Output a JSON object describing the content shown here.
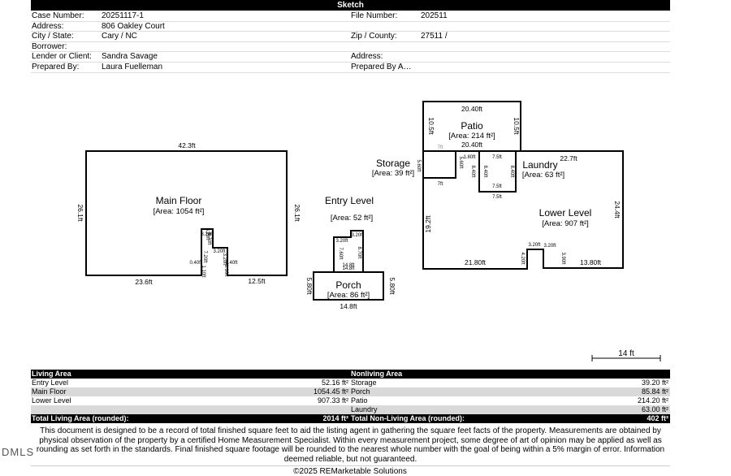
{
  "header": {
    "title": "Sketch"
  },
  "info": {
    "case_label": "Case Number:",
    "case_value": "20251117-1",
    "file_label": "File Number:",
    "file_value": "202511",
    "address_label": "Address:",
    "address_value": "806 Oakley Court",
    "city_label": "City / State:",
    "city_value": "Cary / NC",
    "zip_label": "Zip / County:",
    "zip_value": "27511 /",
    "borrower_label": "Borrower:",
    "lender_label": "Lender or Client:",
    "lender_value": "Sandra Savage",
    "address2_label": "Address:",
    "prepared_label": "Prepared By:",
    "prepared_value": "Laura Fuelleman",
    "prepared2_label": "Prepared By A…"
  },
  "sketch": {
    "main_floor": {
      "name": "Main Floor",
      "area": "[Area: 1054 ft²]",
      "top": "42.3ft",
      "left": "26.1ft",
      "right": "26.1ft",
      "bottom_left": "23.6ft",
      "bottom_right": "12.5ft",
      "n1": "3.20ft",
      "n2": "8.70ft",
      "n3": "3.20ft",
      "n4": "7.20ft",
      "n5": "3.20ft",
      "n6": "3.20ft",
      "n7": "1.10ft",
      "n8": "1.10ft",
      "n9": "0.40ft",
      "n10": "0.40ft"
    },
    "entry_level": {
      "name": "Entry Level",
      "area": "[Area: 52 ft²]",
      "n1": "3.20ft",
      "n2": "3.20ft",
      "n3": "8.70ft",
      "n4": "7.60ft",
      "n5": "14.8ft",
      "n6": "14.8ft"
    },
    "porch": {
      "name": "Porch",
      "area": "[Area: 86 ft²]",
      "bottom": "14.8ft",
      "left": "5.80ft",
      "right": "5.80ft"
    },
    "patio": {
      "name": "Patio",
      "area": "[Area: 214 ft²]",
      "top": "20.40ft",
      "bottom": "20.40ft",
      "left": "10.5ft",
      "right": "10.5ft"
    },
    "storage": {
      "name": "Storage",
      "area": "[Area: 39 ft²]",
      "left": "5.60ft",
      "bottom": "7ft",
      "top": "7ft"
    },
    "laundry": {
      "name": "Laundry",
      "area": "[Area: 63 ft²]",
      "top": "7.5ft",
      "bottom": "7.5ft",
      "bottom2": "7.5ft",
      "left": "8.40ft",
      "right": "8.40ft",
      "inner": "8.40ft",
      "n1": "5.60ft",
      "n2": "1.80ft"
    },
    "lower_level": {
      "name": "Lower Level",
      "area": "[Area: 907 ft²]",
      "top": "22.7ft",
      "left": "19.2ft",
      "right": "24.4ft",
      "bottom_left": "21.80ft",
      "bottom_right": "13.80ft",
      "n1": "4.20ft",
      "n2": "3.20ft",
      "n3": "3.20ft",
      "n4": "3.90ft"
    },
    "scale": "14 ft"
  },
  "table": {
    "living_header": "Living Area",
    "nonliving_header": "Nonliving Area",
    "rows": [
      {
        "l": "Entry Level",
        "lv": "52.16 ft²",
        "n": "Storage",
        "nv": "39.20 ft²"
      },
      {
        "l": "Main Floor",
        "lv": "1054.45 ft²",
        "n": "Porch",
        "nv": "85.84 ft²"
      },
      {
        "l": "Lower Level",
        "lv": "907.33 ft²",
        "n": "Patio",
        "nv": "214.20 ft²"
      },
      {
        "l": "",
        "lv": "",
        "n": "Laundry",
        "nv": "63.00 ft²"
      }
    ],
    "total_living_label": "Total Living Area (rounded):",
    "total_living": "2014 ft²",
    "total_non_label": "Total Non-Living Area (rounded):",
    "total_non": "402 ft²"
  },
  "disclaimer": "This document is designed to be a record of total finished square feet to aid the listing agent in gathering the square feet facts of the property. Measurements are obtained by physical observation of the property by a certified Home Measurement Specialist. Within every measurement project, some degree of art of opinion may be applied as well as rounding as set forth in the standards. Final finished square footage will be rounded to the nearest whole number with the goal of being within a 5% margin of error. Information deemed reliable, but not guaranteed.",
  "copyright": "©2025 REMarketable Solutions",
  "logo": "DMLS"
}
